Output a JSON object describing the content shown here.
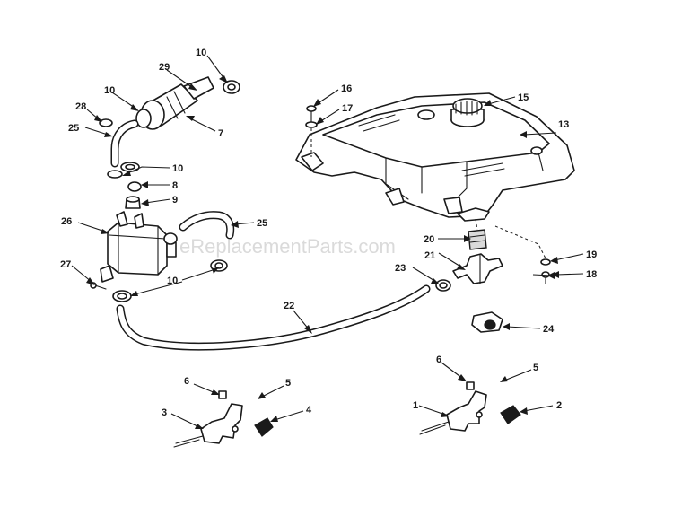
{
  "watermark": "eReplacementParts.com",
  "callouts": {
    "c1": "1",
    "c2": "2",
    "c3": "3",
    "c4": "4",
    "c5a": "5",
    "c5b": "5",
    "c6a": "6",
    "c6b": "6",
    "c7": "7",
    "c8": "8",
    "c9": "9",
    "c10a": "10",
    "c10b": "10",
    "c10c": "10",
    "c10d": "10",
    "c13": "13",
    "c15": "15",
    "c16": "16",
    "c17": "17",
    "c18": "18",
    "c19": "19",
    "c20": "20",
    "c21": "21",
    "c22": "22",
    "c23": "23",
    "c24": "24",
    "c25a": "25",
    "c25b": "25",
    "c26": "26",
    "c27": "27",
    "c28": "28",
    "c29": "29"
  }
}
